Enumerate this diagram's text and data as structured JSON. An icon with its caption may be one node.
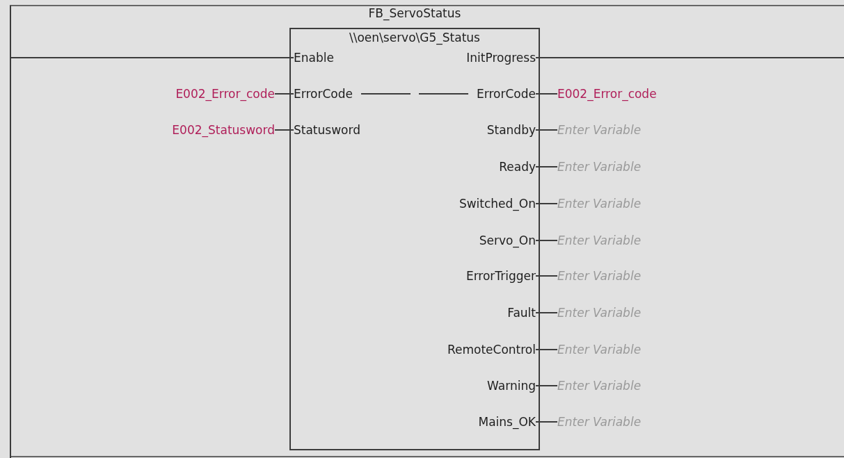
{
  "diagram": {
    "nodes": [
      {
        "text": [
          "FB_ServoStatus",
          "\\\\oen\\servo\\G5_Status"
        ]
      },
      {
        "text": [],
        "shape": "bar"
      },
      {
        "text": [
          "Enable"
        ],
        "in": 0
      },
      {
        "text": [
          "ErrorCode"
        ],
        "in": 0
      },
      {
        "text": [
          "Statusword"
        ],
        "in": 0
      },
      {
        "text": [
          "InitProgress"
        ],
        "in": 0
      },
      {
        "text": [
          "ErrorCode"
        ],
        "in": 0
      },
      {
        "text": [
          "Standby"
        ],
        "in": 0
      },
      {
        "text": [
          "Ready"
        ],
        "in": 0
      },
      {
        "text": [
          "Switched_On"
        ],
        "in": 0
      },
      {
        "text": [
          "Servo_On"
        ],
        "in": 0
      },
      {
        "text": [
          "ErrorTrigger"
        ],
        "in": 0
      },
      {
        "text": [
          "Fault"
        ],
        "in": 0
      },
      {
        "text": [
          "RemoteControl"
        ],
        "in": 0
      },
      {
        "text": [
          "Warning"
        ],
        "in": 0
      },
      {
        "text": [
          "Mains_OK"
        ],
        "in": 0
      },
      {
        "text": [
          "E002_Error_code"
        ]
      },
      {
        "text": [
          "E002_Statusword"
        ]
      },
      {
        "text": [
          "E002_Error_code"
        ]
      },
      {
        "text": [
          "Enter Variable"
        ]
      },
      {
        "text": [
          "Enter Variable"
        ]
      },
      {
        "text": [
          "Enter Variable"
        ]
      },
      {
        "text": [
          "Enter Variable"
        ]
      },
      {
        "text": [
          "Enter Variable"
        ]
      },
      {
        "text": [
          "Enter Variable"
        ]
      },
      {
        "text": [
          "Enter Variable"
        ]
      },
      {
        "text": [
          "Enter Variable"
        ]
      },
      {
        "text": [
          "Enter Variable"
        ]
      }
    ],
    "edges": [
      {
        "from": 1,
        "to": 2,
        "arrow": "none"
      },
      {
        "from": 16,
        "to": 3,
        "arrow": "none"
      },
      {
        "from": 17,
        "to": 4,
        "arrow": "none"
      },
      {
        "from": 3,
        "to": 6,
        "arrow": "none",
        "style": "dashed"
      },
      {
        "from": 5,
        "to": null,
        "arrow": "none"
      },
      {
        "from": 6,
        "to": 18,
        "arrow": "none"
      },
      {
        "from": 7,
        "to": 19,
        "arrow": "none"
      },
      {
        "from": 8,
        "to": 20,
        "arrow": "none"
      },
      {
        "from": 9,
        "to": 21,
        "arrow": "none"
      },
      {
        "from": 10,
        "to": 22,
        "arrow": "none"
      },
      {
        "from": 11,
        "to": 23,
        "arrow": "none"
      },
      {
        "from": 12,
        "to": 24,
        "arrow": "none"
      },
      {
        "from": 13,
        "to": 25,
        "arrow": "none"
      },
      {
        "from": 14,
        "to": 26,
        "arrow": "none"
      },
      {
        "from": 15,
        "to": 27,
        "arrow": "none"
      }
    ]
  }
}
